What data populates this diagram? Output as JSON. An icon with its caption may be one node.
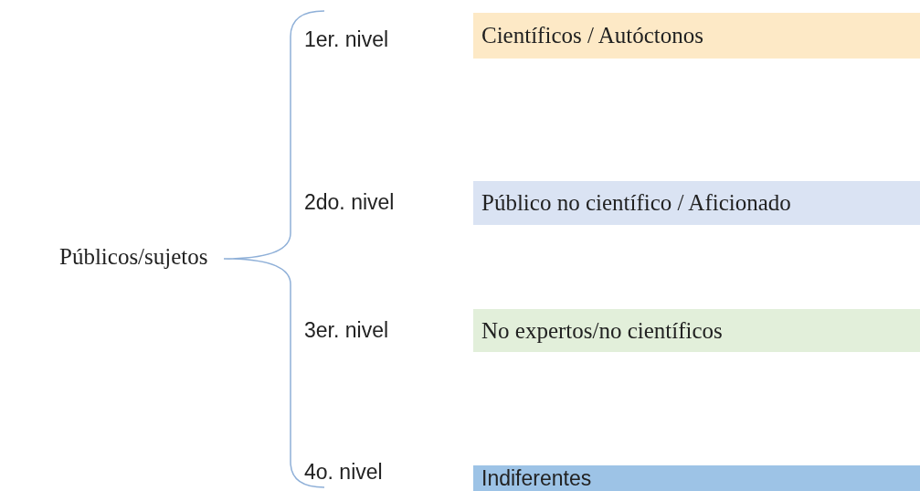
{
  "diagram": {
    "nodes": [
      {
        "text": [
          "Científicos / Autóctonos"
        ]
      },
      {
        "text": [
          "Público no científico / Aficionado"
        ]
      },
      {
        "text": [
          "No expertos/no científicos"
        ]
      },
      {
        "text": [
          "Indiferentes"
        ]
      }
    ],
    "labels": [
      "Públicos/sujetos",
      "1er. nivel",
      "2do. nivel",
      "3er. nivel",
      "4o. nivel"
    ]
  }
}
